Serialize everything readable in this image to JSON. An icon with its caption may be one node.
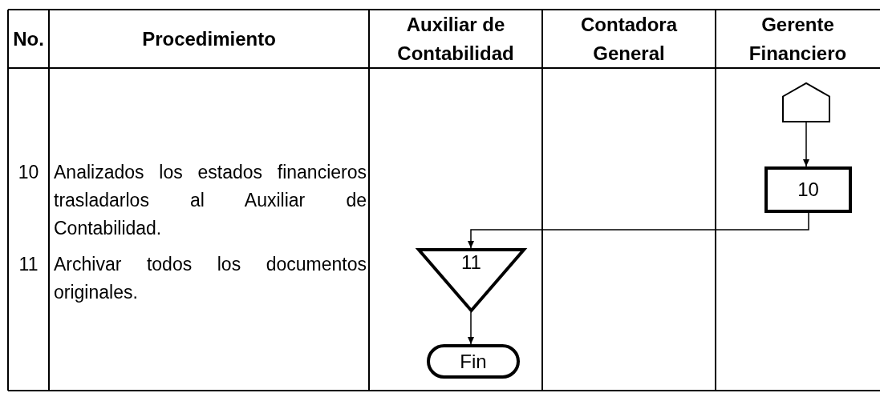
{
  "diagram": {
    "nodes": [
      {
        "text": [],
        "shape": "pentagon"
      },
      {
        "text": [
          "10"
        ]
      },
      {
        "text": [
          "11"
        ]
      },
      {
        "text": [
          "Fin"
        ]
      }
    ],
    "edges": [
      {
        "from": 0,
        "to": 1,
        "arrow": "to"
      },
      {
        "from": 1,
        "to": 2,
        "arrow": "to"
      },
      {
        "from": 2,
        "to": 3,
        "arrow": "to"
      }
    ],
    "labels": [
      "No.",
      "Procedimiento",
      "Auxiliar de Contabilidad",
      "Contadora General",
      "Gerente Financiero",
      "10",
      "Analizados los estados financieros trasladarlos al Auxiliar de Contabilidad.",
      "11",
      "Archivar todos los documentos originales."
    ]
  }
}
